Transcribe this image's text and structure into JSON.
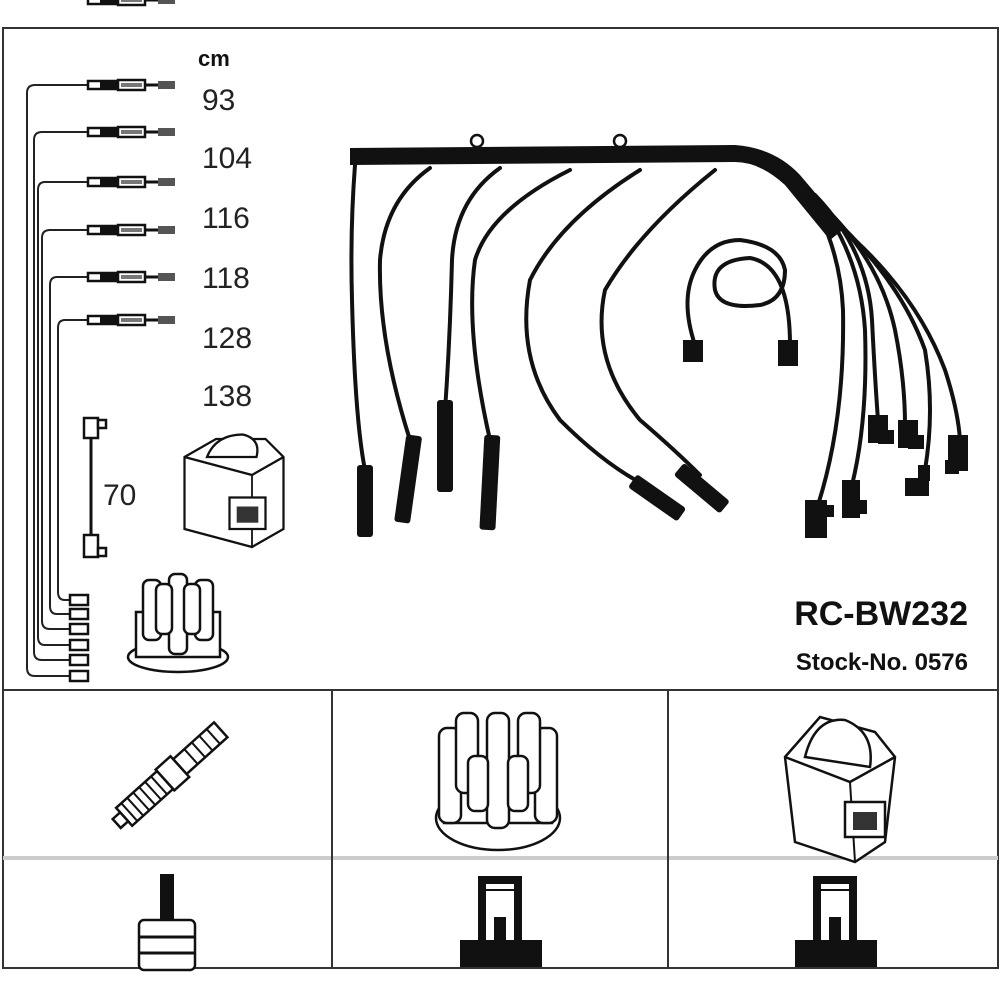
{
  "legend": {
    "unit": "cm",
    "lengths": [
      "93",
      "104",
      "116",
      "118",
      "128",
      "138"
    ],
    "coil_lead_length": "70"
  },
  "product": {
    "code": "RC-BW232",
    "stock_number": "Stock-No. 0576"
  },
  "components": {
    "top_row": [
      "spark-plug",
      "distributor-cap",
      "ignition-coil"
    ],
    "bottom_row": [
      "spark-plug-terminal",
      "distributor-terminal",
      "coil-terminal"
    ]
  }
}
